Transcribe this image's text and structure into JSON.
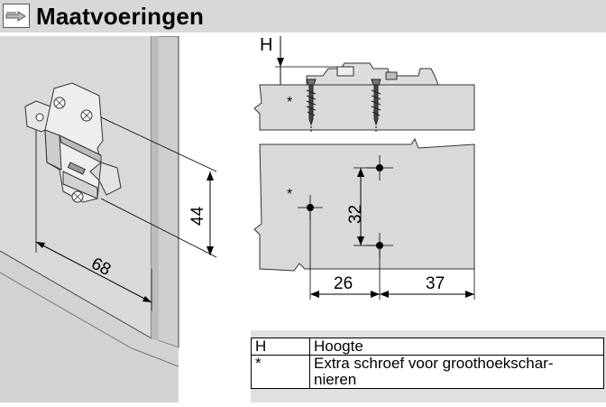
{
  "header": {
    "title": "Maatvoeringen",
    "icon": "pointing-hand-icon"
  },
  "left_drawing": {
    "dim_width": "68",
    "dim_height": "44"
  },
  "right_drawing": {
    "label_h": "H",
    "label_star_top": "*",
    "label_star_front": "*",
    "dim_vertical": "32",
    "dim_left": "26",
    "dim_right": "37"
  },
  "legend": {
    "rows": [
      {
        "key": "H",
        "lines": [
          "Hoogte"
        ]
      },
      {
        "key": "*",
        "lines": [
          "Extra schroef voor groothoekschar-",
          "nieren"
        ]
      }
    ]
  }
}
